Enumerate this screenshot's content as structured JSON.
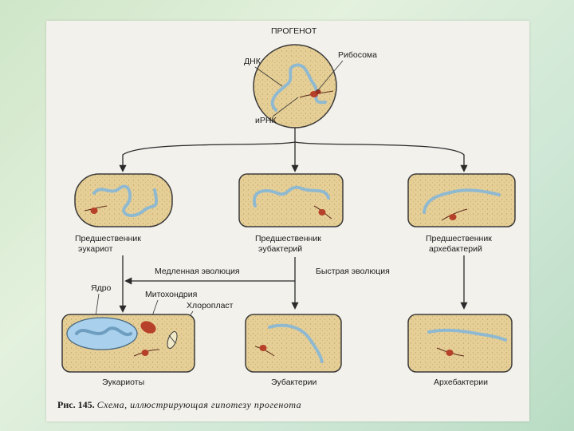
{
  "diagram": {
    "progenote": {
      "title": "ПРОГЕНОТ",
      "dna": "ДНК",
      "ribosome": "Рибосома",
      "mrna": "иРНК"
    },
    "precursors": [
      {
        "line1": "Предшественник",
        "line2": "эукариот"
      },
      {
        "line1": "Предшественник",
        "line2": "эубактерий"
      },
      {
        "line1": "Предшественник",
        "line2": "архебактерий"
      }
    ],
    "evolution": {
      "slow": "Медленная эволюция",
      "fast": "Быстрая эволюция"
    },
    "organelles": {
      "nucleus": "Ядро",
      "mitochondria": "Митохондрия",
      "chloroplast": "Хлоропласт"
    },
    "final_cells": [
      "Эукариоты",
      "Эубактерии",
      "Архебактерии"
    ],
    "caption": {
      "number": "Рис. 145.",
      "text": "Схема, иллюстрирующая гипотезу прогенота"
    }
  },
  "colors": {
    "cell_fill": "#e6cf96",
    "cell_stroke": "#3a3a3a",
    "dna": "#9cc3d8",
    "ribosome": "#b6402a",
    "nucleus": "#a9d0ec",
    "page": "#f3f1ec"
  }
}
